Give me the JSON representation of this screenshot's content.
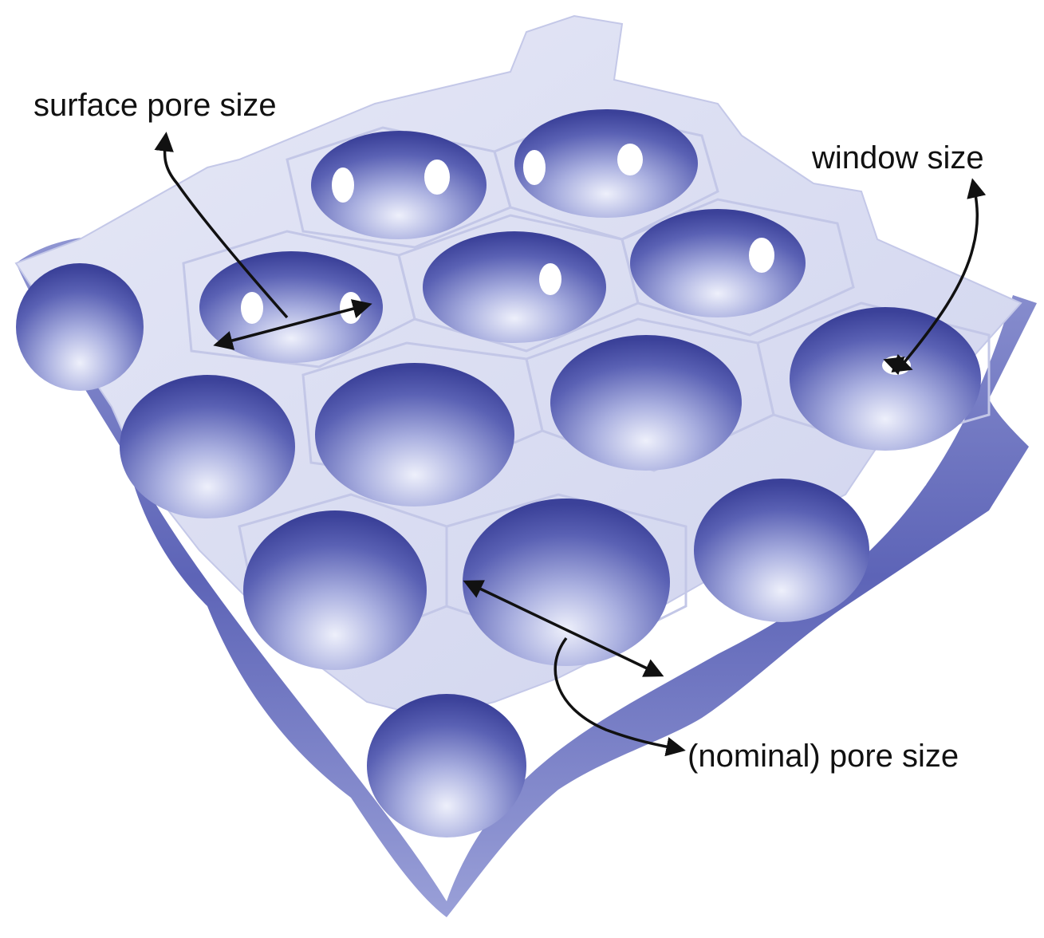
{
  "labels": {
    "surface_pore_size": "surface pore size",
    "window_size": "window size",
    "nominal_pore_size": "(nominal) pore size"
  },
  "colors": {
    "scaffold_light": "#dfe2f2",
    "scaffold_mid": "#b3b8e3",
    "scaffold_dark": "#4a51a8",
    "pore_deep": "#3b4199",
    "arrow": "#111111"
  }
}
